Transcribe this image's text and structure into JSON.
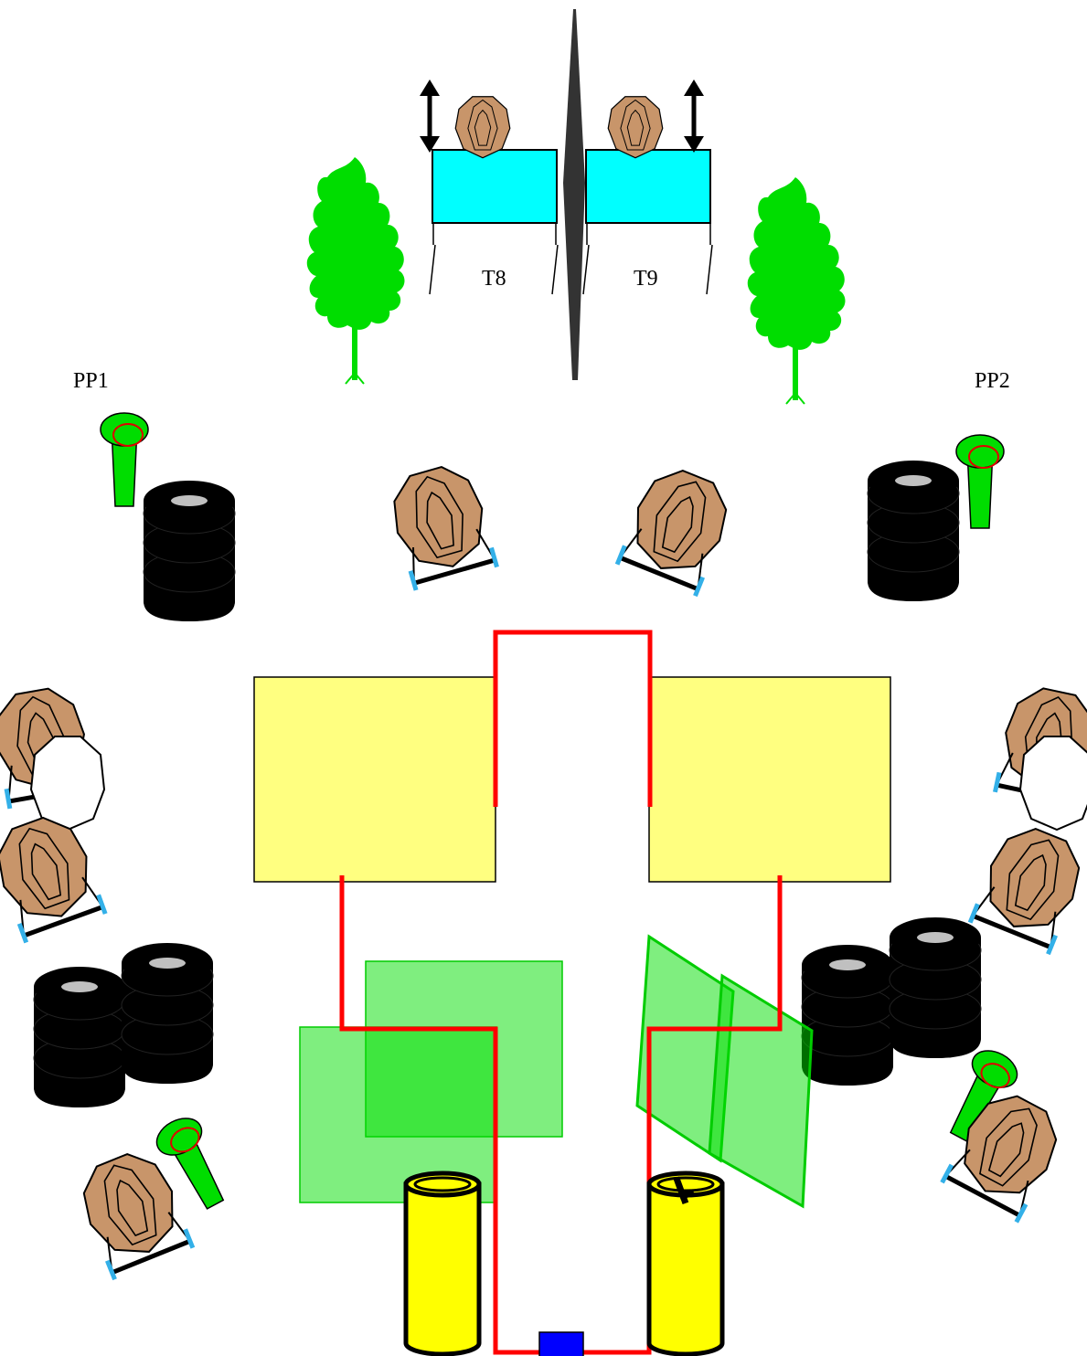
{
  "labels": {
    "target_8": "T8",
    "target_9": "T9",
    "popper_1": "PP1",
    "popper_2": "PP2"
  },
  "colors": {
    "fault_line": "#ff0000",
    "barricade_fill": "#ffff80",
    "target_stand": "#00ffff",
    "tree": "#00dd00",
    "paper_target": "#c8956a",
    "no_shoot_panel": "#00dd00",
    "barrel": "#ffff00",
    "start_position": "#0000ff",
    "tires": "#000000"
  },
  "icons": {
    "tree": "tree-icon",
    "tire_stack": "tire-stack-icon",
    "popper": "popper-icon",
    "paper_target": "paper-target-icon",
    "no_shoot": "no-shoot-target-icon",
    "barrel": "barrel-icon",
    "swinger_arrow": "up-down-arrow-icon",
    "start_box": "start-position-icon"
  }
}
